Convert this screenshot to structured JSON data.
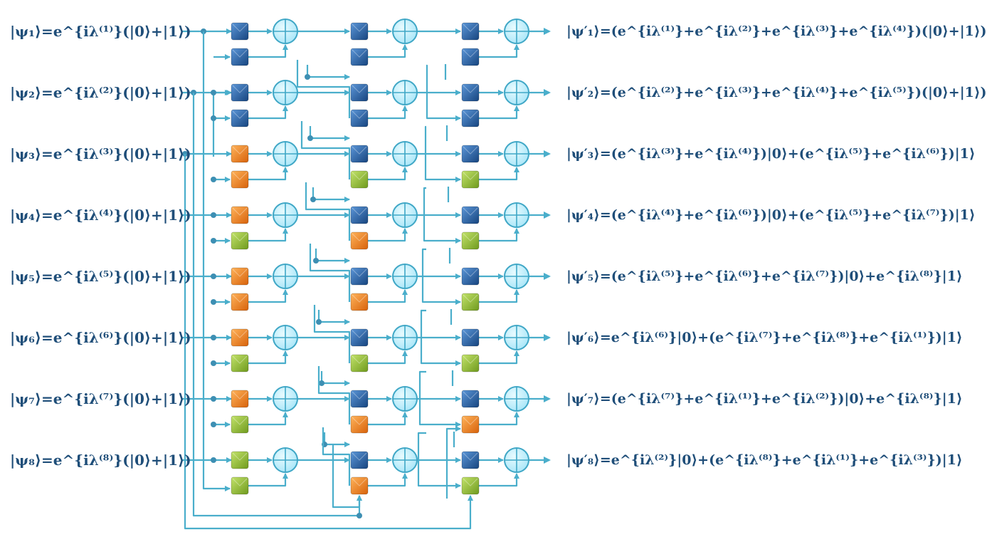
{
  "colors": {
    "wire": "#4aaecb",
    "node": "#3d8fb3",
    "adder_fill": "#bfeefb",
    "adder_stroke": "#3fa7c6",
    "text": "#1f4e79",
    "gate_blue": "#2060a8",
    "gate_orange": "#ee7d1a",
    "gate_green": "#8cbc2e"
  },
  "inputs": [
    "|ψ₁⟩=e^{iλ⁽¹⁾}(|0⟩+|1⟩)",
    "|ψ₂⟩=e^{iλ⁽²⁾}(|0⟩+|1⟩)",
    "|ψ₃⟩=e^{iλ⁽³⁾}(|0⟩+|1⟩)",
    "|ψ₄⟩=e^{iλ⁽⁴⁾}(|0⟩+|1⟩)",
    "|ψ₅⟩=e^{iλ⁽⁵⁾}(|0⟩+|1⟩)",
    "|ψ₆⟩=e^{iλ⁽⁶⁾}(|0⟩+|1⟩)",
    "|ψ₇⟩=e^{iλ⁽⁷⁾}(|0⟩+|1⟩)",
    "|ψ₈⟩=e^{iλ⁽⁸⁾}(|0⟩+|1⟩)"
  ],
  "outputs": [
    "|ψ′₁⟩=(e^{iλ⁽¹⁾}+e^{iλ⁽²⁾}+e^{iλ⁽³⁾}+e^{iλ⁽⁴⁾})(|0⟩+|1⟩)",
    "|ψ′₂⟩=(e^{iλ⁽²⁾}+e^{iλ⁽³⁾}+e^{iλ⁽⁴⁾}+e^{iλ⁽⁵⁾})(|0⟩+|1⟩)",
    "|ψ′₃⟩=(e^{iλ⁽³⁾}+e^{iλ⁽⁴⁾})|0⟩+(e^{iλ⁽⁵⁾}+e^{iλ⁽⁶⁾})|1⟩",
    "|ψ′₄⟩=(e^{iλ⁽⁴⁾}+e^{iλ⁽⁶⁾})|0⟩+(e^{iλ⁽⁵⁾}+e^{iλ⁽⁷⁾})|1⟩",
    "|ψ′₅⟩=(e^{iλ⁽⁵⁾}+e^{iλ⁽⁶⁾}+e^{iλ⁽⁷⁾})|0⟩+e^{iλ⁽⁸⁾}|1⟩",
    "|ψ′₆⟩=e^{iλ⁽⁶⁾}|0⟩+(e^{iλ⁽⁷⁾}+e^{iλ⁽⁸⁾}+e^{iλ⁽¹⁾})|1⟩",
    "|ψ′₇⟩=(e^{iλ⁽⁷⁾}+e^{iλ⁽¹⁾}+e^{iλ⁽²⁾})|0⟩+e^{iλ⁽⁸⁾}|1⟩",
    "|ψ′₈⟩=e^{iλ⁽²⁾}|0⟩+(e^{iλ⁽⁸⁾}+e^{iλ⁽¹⁾}+e^{iλ⁽³⁾})|1⟩"
  ],
  "gates": {
    "stage1": [
      [
        "blue",
        "blue"
      ],
      [
        "blue",
        "blue"
      ],
      [
        "orange",
        "orange"
      ],
      [
        "orange",
        "green"
      ],
      [
        "orange",
        "orange"
      ],
      [
        "orange",
        "green"
      ],
      [
        "orange",
        "green"
      ],
      [
        "green",
        "green"
      ]
    ],
    "stage2": [
      [
        "blue",
        "blue"
      ],
      [
        "blue",
        "blue"
      ],
      [
        "blue",
        "green"
      ],
      [
        "blue",
        "orange"
      ],
      [
        "blue",
        "orange"
      ],
      [
        "blue",
        "green"
      ],
      [
        "blue",
        "orange"
      ],
      [
        "blue",
        "orange"
      ]
    ],
    "stage3": [
      [
        "blue",
        "blue"
      ],
      [
        "blue",
        "blue"
      ],
      [
        "blue",
        "green"
      ],
      [
        "blue",
        "green"
      ],
      [
        "blue",
        "green"
      ],
      [
        "blue",
        "green"
      ],
      [
        "blue",
        "orange"
      ],
      [
        "blue",
        "green"
      ]
    ]
  }
}
